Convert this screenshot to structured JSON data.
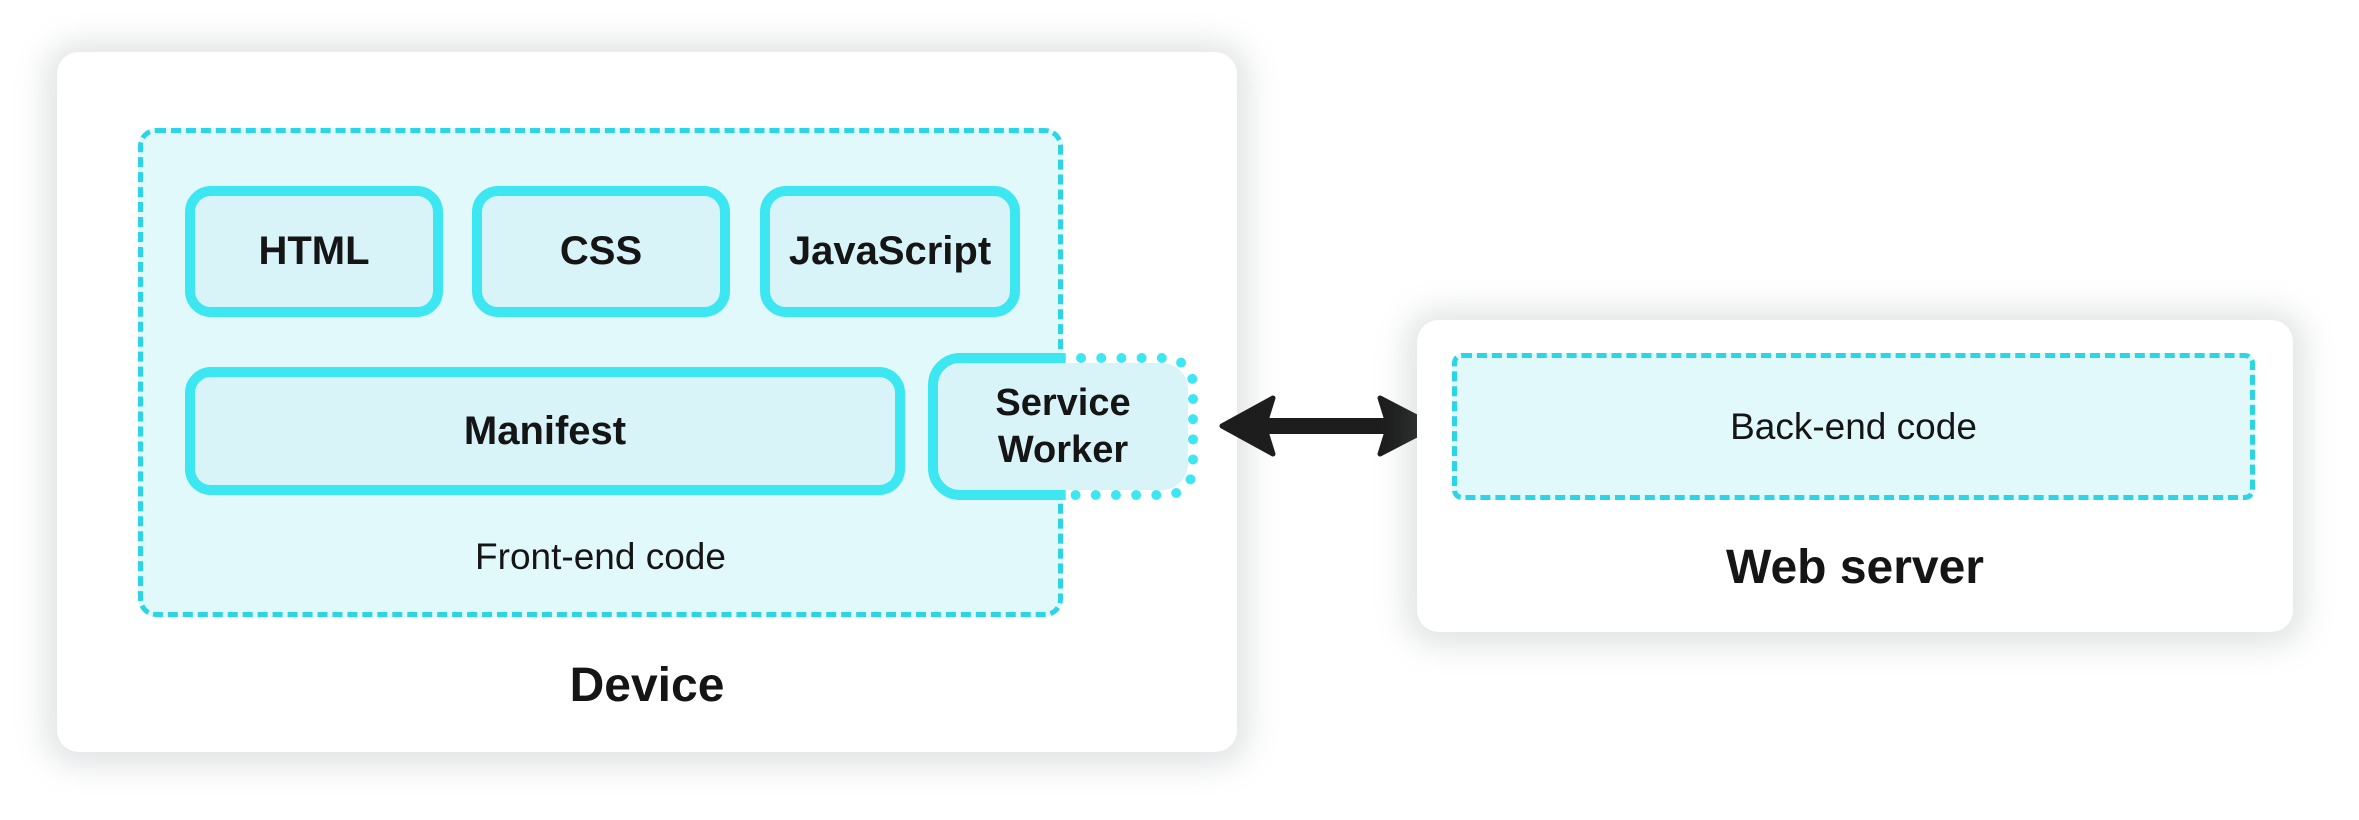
{
  "colors": {
    "background": "#ffffff",
    "panel_white": "#ffffff",
    "cyan_border": "#3de7f2",
    "cyan_dash": "#2bd5e6",
    "fill_light": "#e2f9fc",
    "fill_box": "#d8f4f9",
    "text": "#151515",
    "arrow_black": "#1d1d1d"
  },
  "device": {
    "label": "Device",
    "frontend": {
      "label": "Front-end code",
      "boxes": [
        {
          "label": "HTML"
        },
        {
          "label": "CSS"
        },
        {
          "label": "JavaScript"
        }
      ],
      "manifest": {
        "label": "Manifest"
      }
    },
    "service_worker": {
      "label": "Service Worker"
    }
  },
  "connection": {
    "type": "bidirectional-arrow"
  },
  "web_server": {
    "label": "Web server",
    "backend": {
      "label": "Back-end code"
    }
  }
}
